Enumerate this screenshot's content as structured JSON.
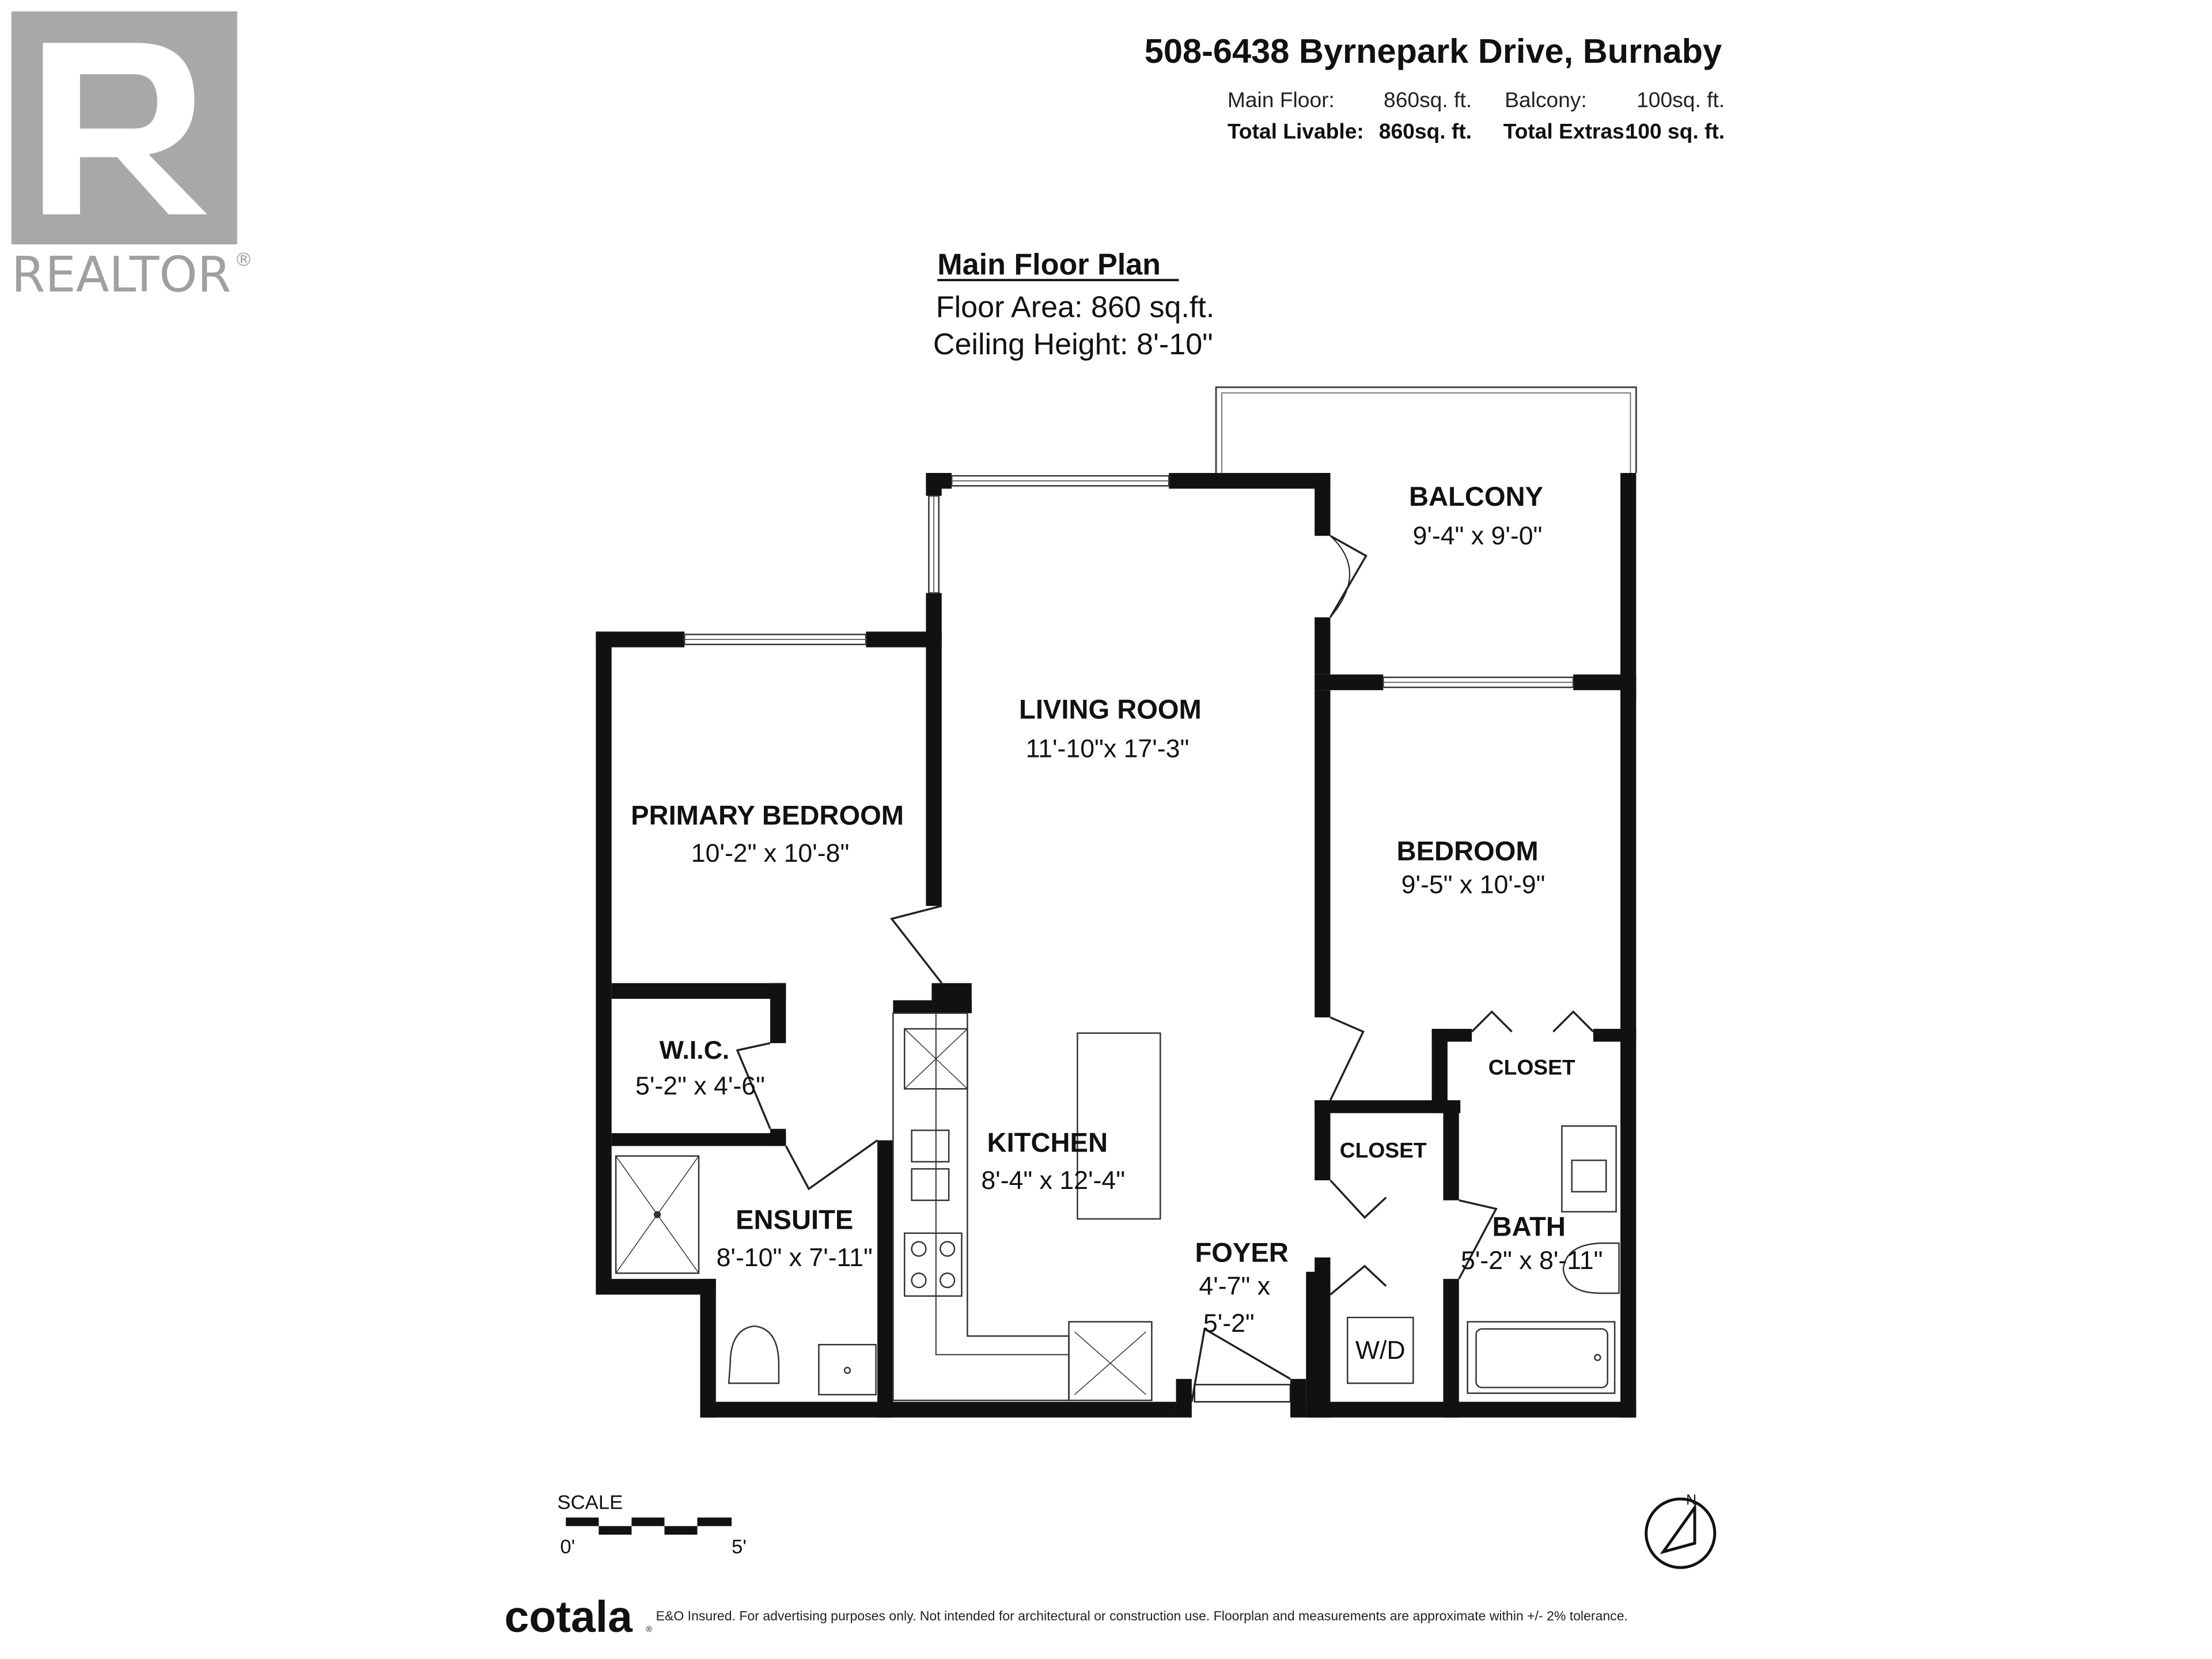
{
  "logo": {
    "letter": "R",
    "text": "REALTOR",
    "mark": "®"
  },
  "header": {
    "address": "508-6438 Byrnepark Drive, Burnaby",
    "main_floor_label": "Main Floor:",
    "main_floor_value": "860sq. ft.",
    "balcony_label": "Balcony:",
    "balcony_value": "100sq. ft.",
    "total_livable_label": "Total Livable:",
    "total_livable_value": "860sq. ft.",
    "total_extras_label": "Total Extras:",
    "total_extras_value": "100 sq. ft."
  },
  "plan": {
    "title": "Main Floor Plan",
    "floor_area": "Floor Area: 860 sq.ft.",
    "ceiling_height": "Ceiling Height: 8'-10\""
  },
  "rooms": {
    "balcony": {
      "name": "BALCONY",
      "size": "9'-4\" x 9'-0\""
    },
    "living_room": {
      "name": "LIVING ROOM",
      "size": "11'-10\"x 17'-3\""
    },
    "primary_bedroom": {
      "name": "PRIMARY BEDROOM",
      "size": "10'-2\" x 10'-8\""
    },
    "bedroom": {
      "name": "BEDROOM",
      "size": "9'-5\" x 10'-9\""
    },
    "wic": {
      "name": "W.I.C.",
      "size": "5'-2\" x 4'-6\""
    },
    "kitchen": {
      "name": "KITCHEN",
      "size": "8'-4\" x 12'-4\""
    },
    "ensuite": {
      "name": "ENSUITE",
      "size": "8'-10\" x 7'-11\""
    },
    "foyer": {
      "name": "FOYER",
      "size_1": "4'-7\" x",
      "size_2": "5'-2\""
    },
    "closet_1": {
      "name": "CLOSET"
    },
    "closet_2": {
      "name": "CLOSET"
    },
    "bath": {
      "name": "BATH",
      "size": "5'-2\" x 8'-11\""
    },
    "wd": {
      "name": "W/D"
    }
  },
  "scale": {
    "label": "SCALE",
    "start": "0'",
    "end": "5'"
  },
  "compass": {
    "letter": "N"
  },
  "footer": {
    "brand": "cotala",
    "superscript": "®",
    "disclaimer": "E&O Insured. For advertising purposes only. Not intended for architectural or construction use. Floorplan and measurements are approximate within +/- 2% tolerance."
  },
  "colors": {
    "wall": "#111111",
    "logo_gray": "#a8a8a8",
    "text": "#111111"
  }
}
